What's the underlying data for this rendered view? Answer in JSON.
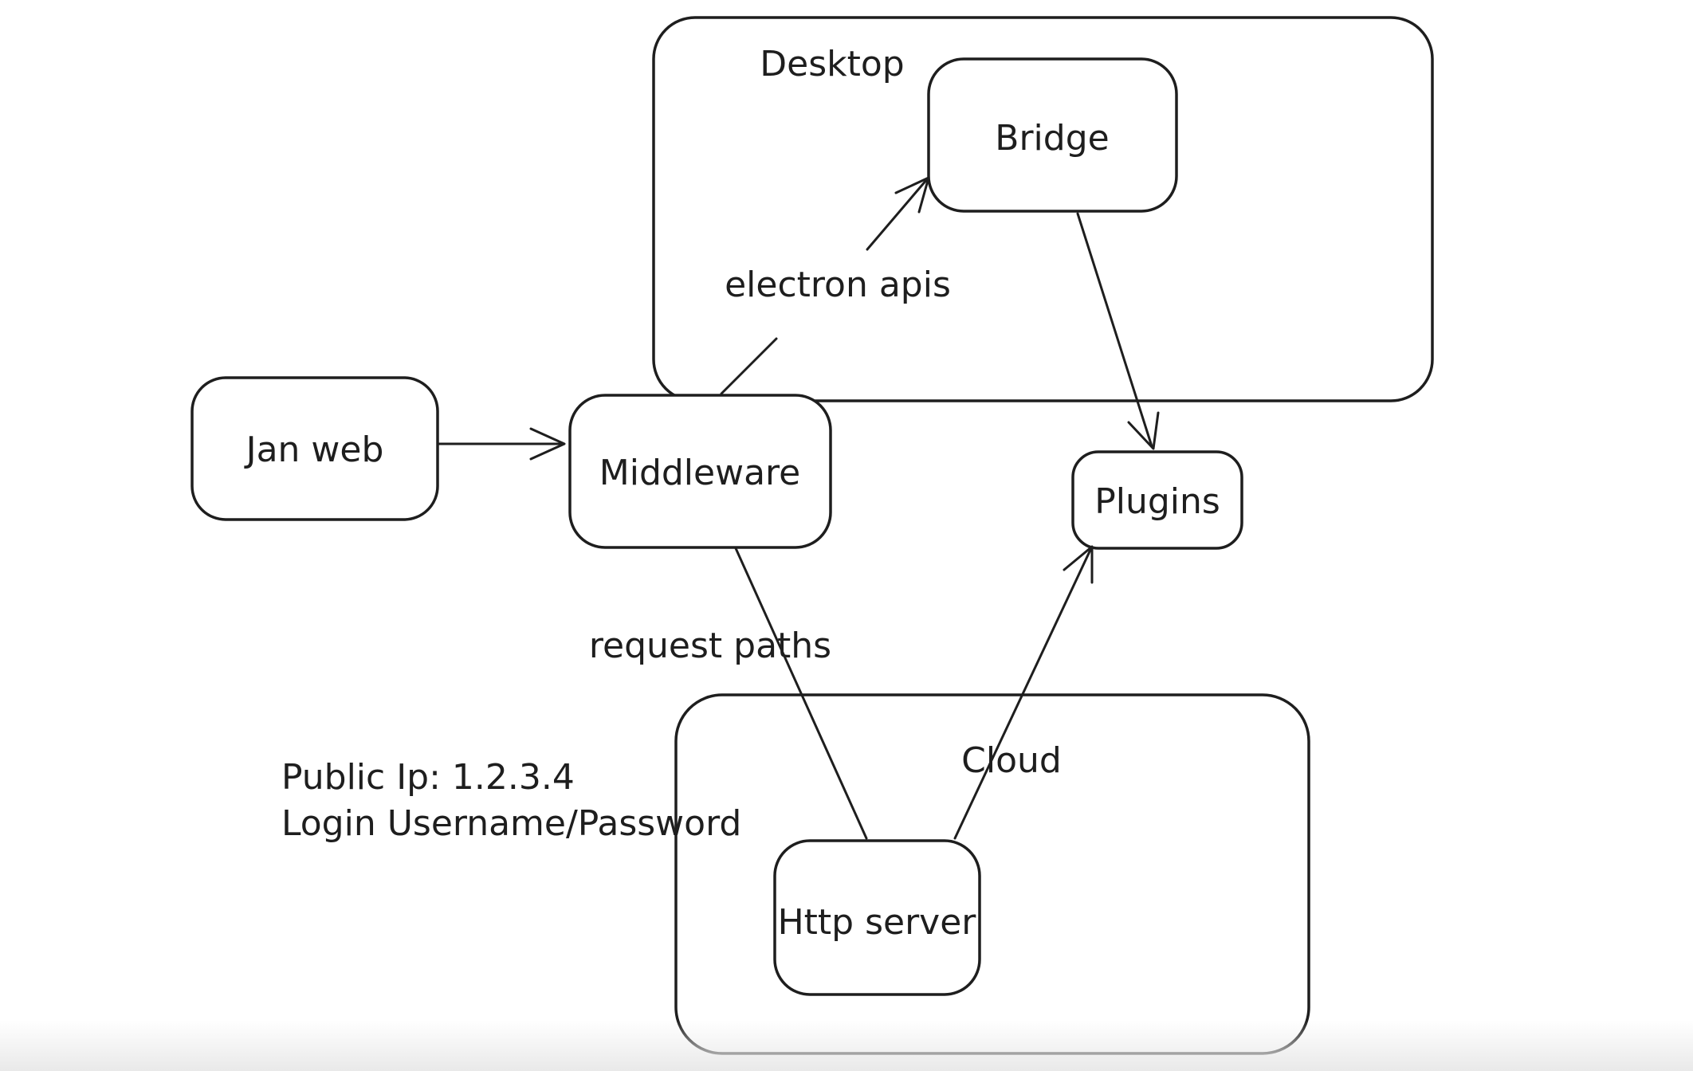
{
  "app": {
    "background": "#ffffff",
    "stroke_color": "#1e1e1e",
    "bottom_fade_color": "#e9e9e9"
  },
  "diagram": {
    "containers": [
      {
        "id": "desktop",
        "label": "Desktop"
      },
      {
        "id": "cloud",
        "label": "Cloud"
      }
    ],
    "nodes": [
      {
        "id": "jan-web",
        "label": "Jan web"
      },
      {
        "id": "middleware",
        "label": "Middleware"
      },
      {
        "id": "bridge",
        "label": "Bridge"
      },
      {
        "id": "plugins",
        "label": "Plugins"
      },
      {
        "id": "http-server",
        "label": "Http server"
      }
    ],
    "edges": [
      {
        "id": "jan-web-to-middleware",
        "from": "Jan web",
        "to": "Middleware",
        "label": ""
      },
      {
        "id": "middleware-to-bridge",
        "from": "Middleware",
        "to": "Bridge",
        "label": "electron apis"
      },
      {
        "id": "bridge-to-plugins",
        "from": "Bridge",
        "to": "Plugins",
        "label": ""
      },
      {
        "id": "middleware-to-http-server",
        "from": "Middleware",
        "to": "Http server",
        "label": "request paths"
      },
      {
        "id": "http-server-to-plugins",
        "from": "Http server",
        "to": "Plugins",
        "label": ""
      }
    ],
    "annotation": {
      "line1": "Public Ip: 1.2.3.4",
      "line2": "Login Username/Password"
    }
  }
}
